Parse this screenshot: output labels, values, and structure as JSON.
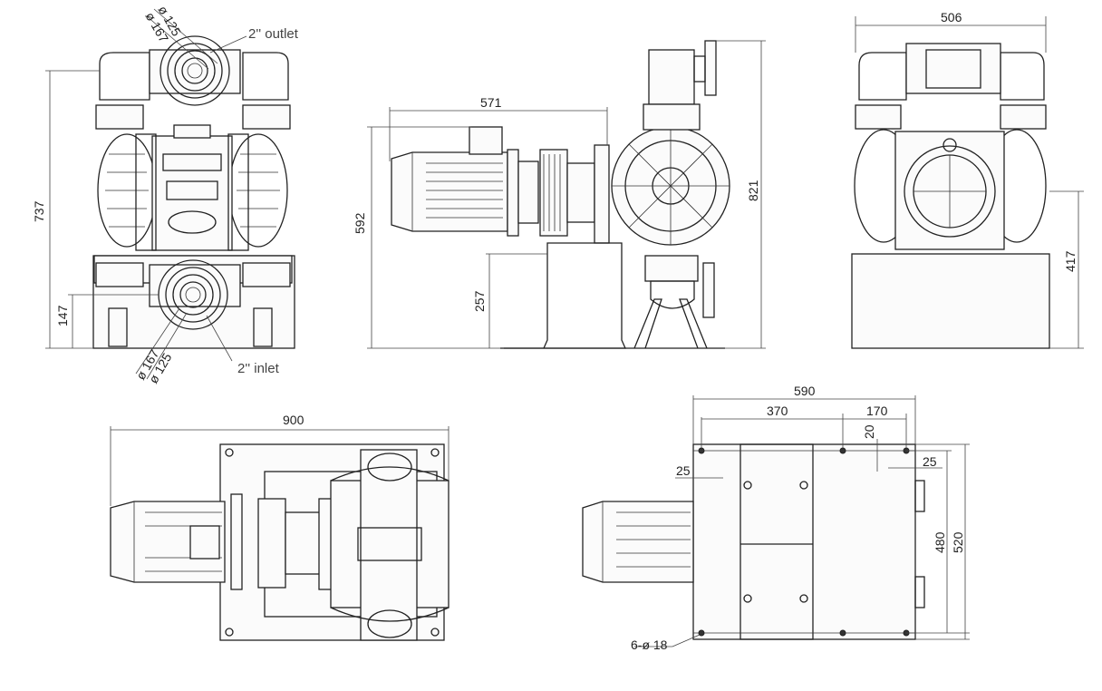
{
  "labels": {
    "outlet": "2'' outlet",
    "inlet": "2'' inlet",
    "d125_top": "ø 125",
    "d167_top": "ø 167",
    "d167_bot": "ø 167",
    "d125_bot": "ø 125",
    "holes": "6-ø 18"
  },
  "dims": {
    "front_height": "737",
    "inlet_height": "147",
    "side_length": "571",
    "side_height": "592",
    "base_height": "257",
    "total_height": "821",
    "rear_width": "506",
    "rear_height": "417",
    "top_length": "900",
    "plan_length": "590",
    "plan_a": "370",
    "plan_b": "170",
    "plan_20": "20",
    "plan_25_left": "25",
    "plan_25_right": "25",
    "plan_480": "480",
    "plan_520": "520"
  }
}
